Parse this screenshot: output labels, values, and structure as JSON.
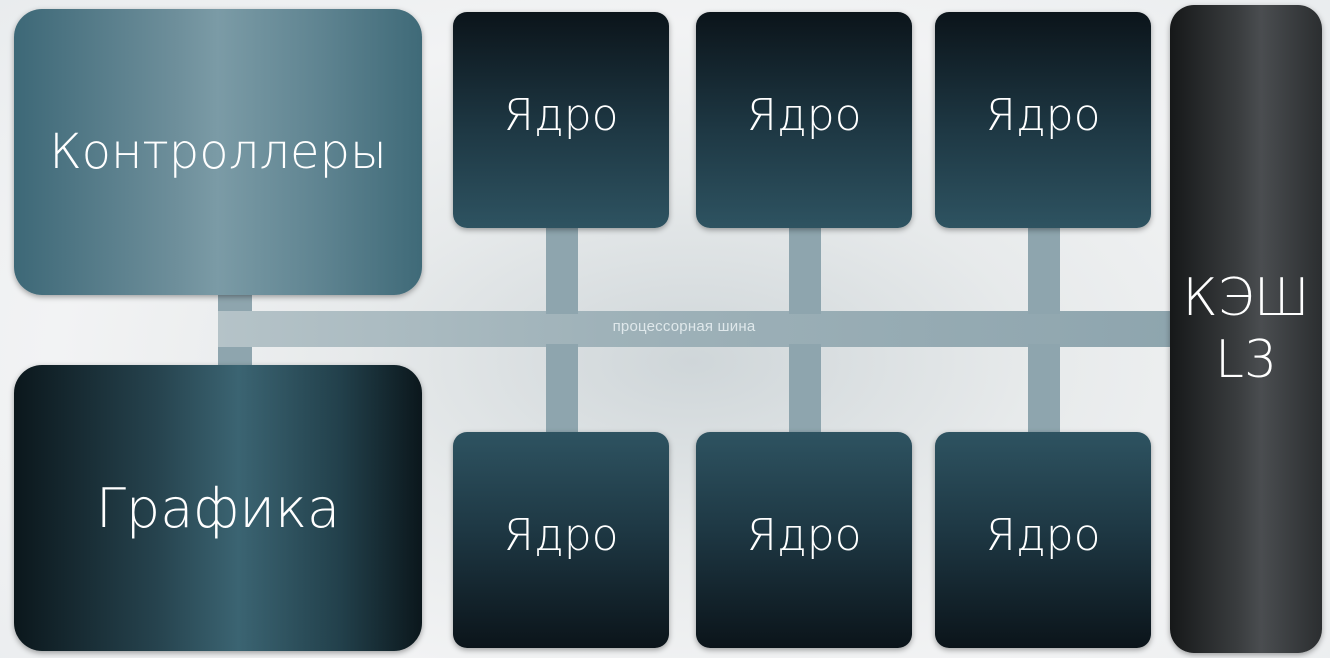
{
  "diagram": {
    "bus_label": "процессорная шина",
    "controllers": "Контроллеры",
    "graphics": "Графика",
    "cores_top": [
      "Ядро",
      "Ядро",
      "Ядро"
    ],
    "cores_bottom": [
      "Ядро",
      "Ядро",
      "Ядро"
    ],
    "cache_line1": "КЭШ",
    "cache_line2": "L3"
  },
  "colors": {
    "bus": "#8ea5ae",
    "controllers": "#6e8f9b",
    "graphics": "#26434e",
    "core": "#1e3844",
    "cache": "#3a3d3f"
  }
}
